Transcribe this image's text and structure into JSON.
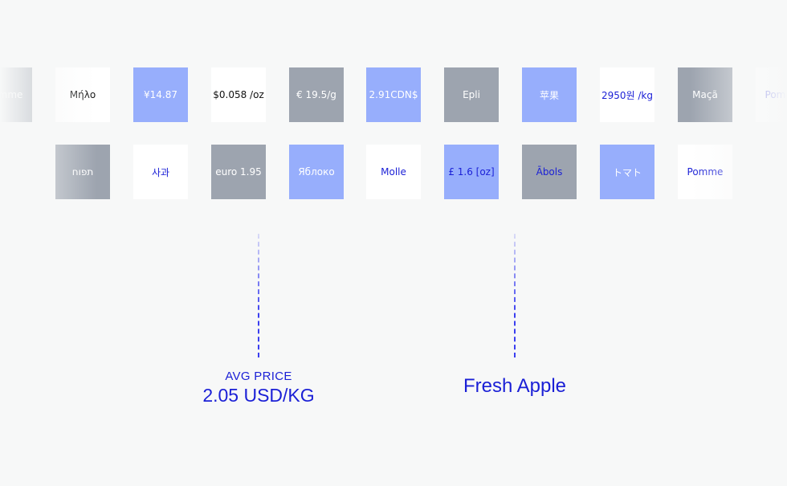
{
  "row1": [
    {
      "label": "Pomme",
      "style": "gray"
    },
    {
      "label": "Μήλο",
      "style": "white"
    },
    {
      "label": "¥14.87",
      "style": "blue"
    },
    {
      "label": "$0.058 /oz",
      "style": "white"
    },
    {
      "label": "€ 19.5/g",
      "style": "gray"
    },
    {
      "label": "2.91CDN$",
      "style": "blue"
    },
    {
      "label": "Epli",
      "style": "gray"
    },
    {
      "label": "苹果",
      "style": "blue"
    },
    {
      "label": "2950원 /kg",
      "style": "white blue-text"
    },
    {
      "label": "Maçã",
      "style": "gray"
    },
    {
      "label": "Pomme",
      "style": "white blue-text"
    }
  ],
  "row2": [
    {
      "label": "תפוח",
      "style": "gray"
    },
    {
      "label": "사과",
      "style": "white blue-text"
    },
    {
      "label": "euro 1.95",
      "style": "gray"
    },
    {
      "label": "Яблоко",
      "style": "blue"
    },
    {
      "label": "Molle",
      "style": "white blue-text"
    },
    {
      "label": "£ 1.6 [oz]",
      "style": "blue dark-text"
    },
    {
      "label": "Ābols",
      "style": "gray dark-text"
    },
    {
      "label": "トマト",
      "style": "blue"
    },
    {
      "label": "Pomme",
      "style": "white blue-text"
    }
  ],
  "avg_label": "AVG PRICE",
  "avg_value": "2.05 USD/KG",
  "product_name": "Fresh Apple"
}
